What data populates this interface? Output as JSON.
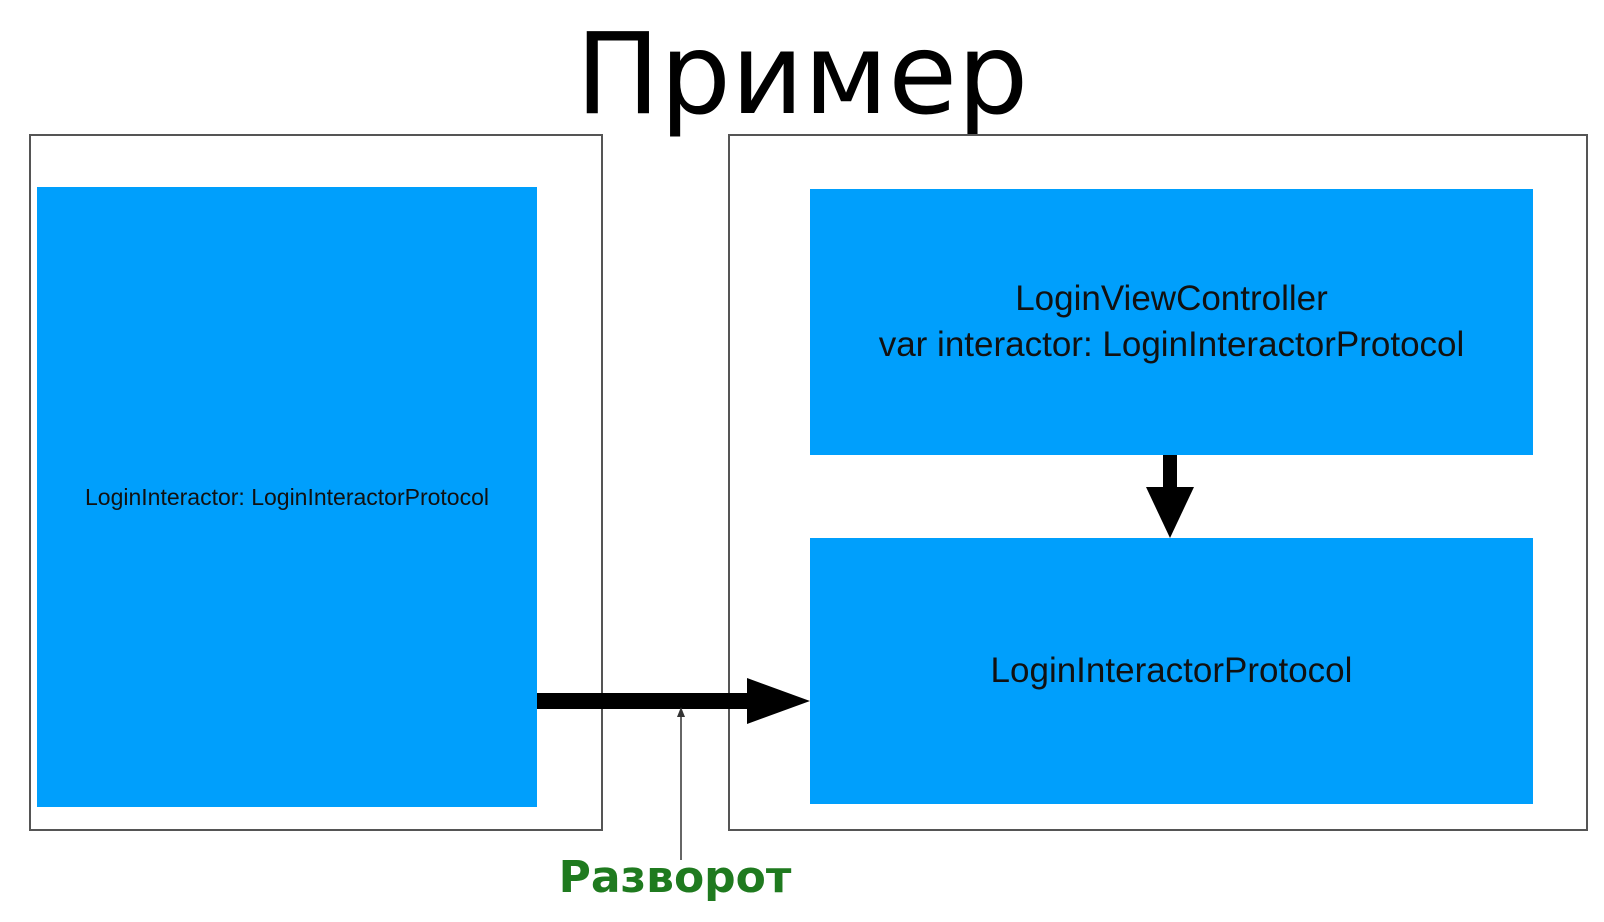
{
  "title": "Пример",
  "left_box": {
    "label": "LoginInteractor: LoginInteractorProtocol"
  },
  "top_right_box": {
    "line1": "LoginViewController",
    "line2": "var interactor: LoginInteractorProtocol"
  },
  "bottom_right_box": {
    "label": "LoginInteractorProtocol"
  },
  "caption": {
    "text": "Разворот"
  },
  "colors": {
    "box_fill": "#009ffc",
    "arrow": "#000000",
    "caption": "#1f7a1f",
    "container_border": "#555555"
  }
}
